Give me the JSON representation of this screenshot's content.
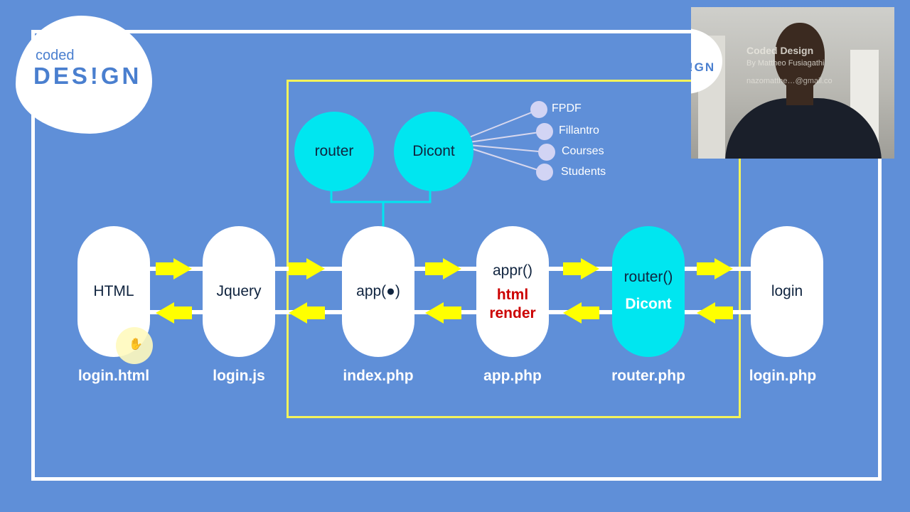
{
  "logo": {
    "small": "coded",
    "large": "DES!GN"
  },
  "flow_nodes": [
    {
      "id": "html",
      "lines": [
        "HTML"
      ],
      "file": "login.html"
    },
    {
      "id": "jquery",
      "lines": [
        "Jquery"
      ],
      "file": "login.js"
    },
    {
      "id": "app",
      "lines": [
        "app(●)"
      ],
      "file": "index.php"
    },
    {
      "id": "appr",
      "line1": "appr()",
      "line2": "html",
      "line3": "render",
      "file": "app.php"
    },
    {
      "id": "router",
      "line1": "router()",
      "line2": "Dicont",
      "file": "router.php"
    },
    {
      "id": "login",
      "lines": [
        "login"
      ],
      "file": "login.php"
    }
  ],
  "circles": {
    "router": "router",
    "dicont": "Dicont"
  },
  "libraries": [
    "FPDF",
    "Fillantro",
    "Courses",
    "Students"
  ],
  "webcam_overlay": {
    "brand": "Coded Design",
    "byline": "By Mattheo Fusiagathi",
    "email": "nazomatthe…@gmail.co"
  },
  "colors": {
    "background": "#5f8fd8",
    "arrow": "#ffff00",
    "cyan": "#00e6f0",
    "frame": "#ffffff",
    "inner_box": "#f3f35a",
    "red_text": "#cc0000"
  }
}
